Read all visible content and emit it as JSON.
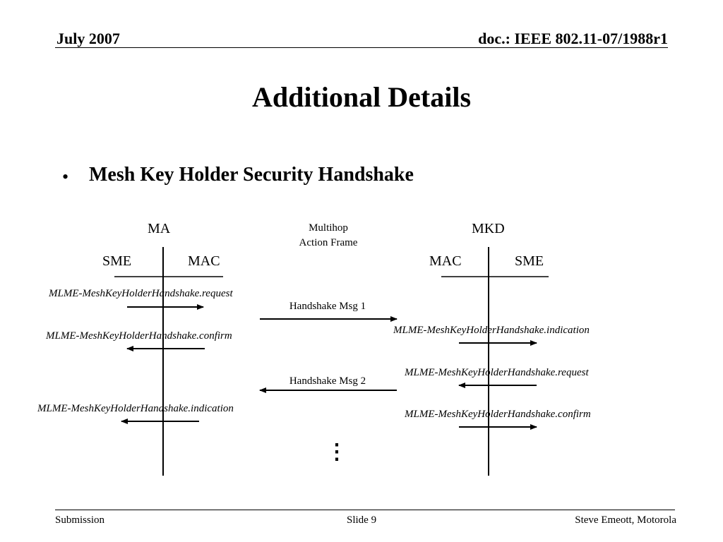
{
  "header": {
    "date": "July 2007",
    "doc": "doc.: IEEE 802.11-07/1988r1"
  },
  "title": "Additional Details",
  "bullet": {
    "symbol": "•",
    "text": "Mesh Key Holder Security Handshake"
  },
  "diagram": {
    "left_entity": "MA",
    "right_entity": "MKD",
    "channel_label_line1": "Multihop",
    "channel_label_line2": "Action Frame",
    "left_sme": "SME",
    "left_mac": "MAC",
    "right_mac": "MAC",
    "right_sme": "SME",
    "left_primitives": [
      "MLME-MeshKeyHolderHandshake.request",
      "MLME-MeshKeyHolderHandshake.confirm",
      "MLME-MeshKeyHolderHandshake.indication"
    ],
    "right_primitives": [
      "MLME-MeshKeyHolderHandshake.indication",
      "MLME-MeshKeyHolderHandshake.request",
      "MLME-MeshKeyHolderHandshake.confirm"
    ],
    "messages": [
      "Handshake Msg 1",
      "Handshake Msg 2"
    ],
    "continuation": "⋮"
  },
  "footer": {
    "left": "Submission",
    "center": "Slide 9",
    "right": "Steve Emeott, Motorola"
  }
}
